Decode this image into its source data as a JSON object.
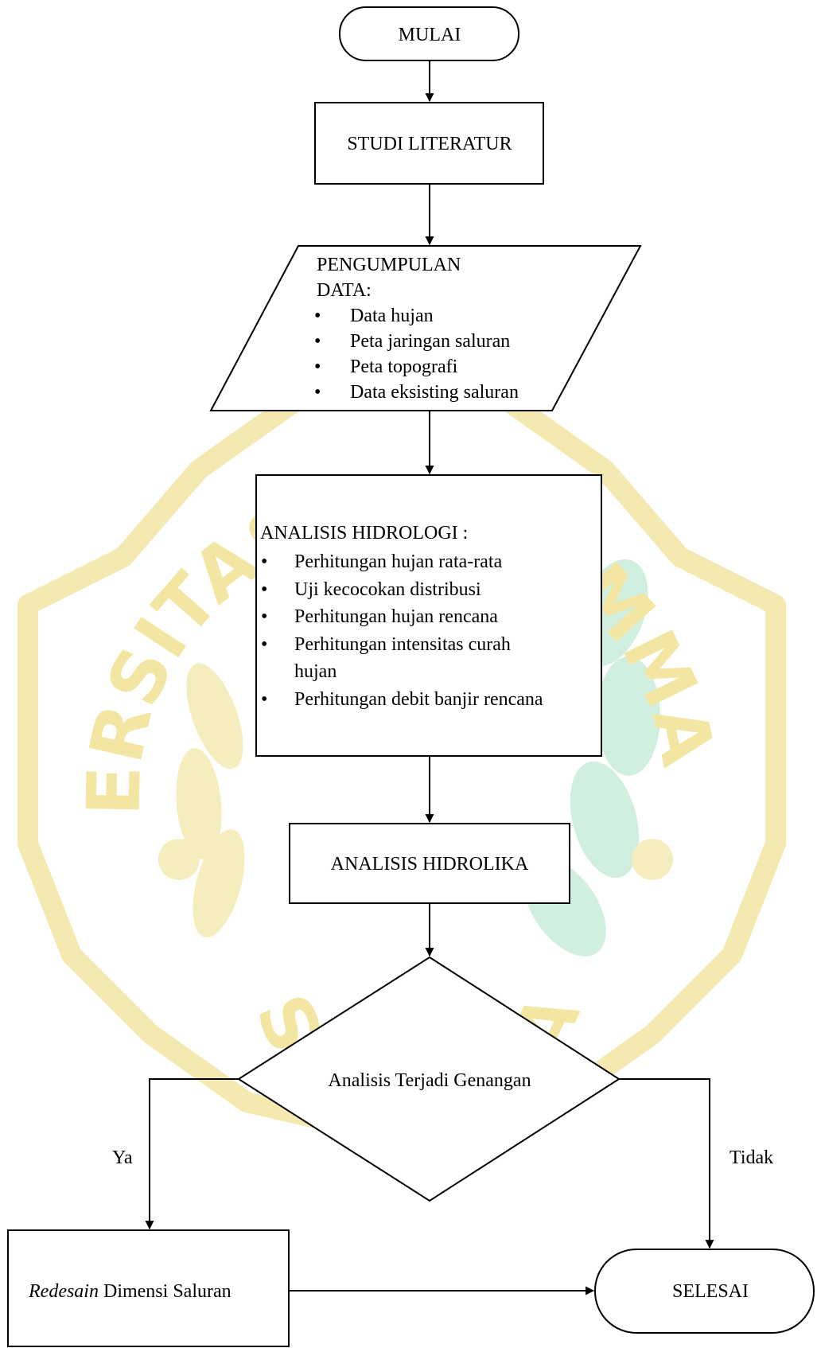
{
  "watermark": {
    "top_text": "UNIVERSITAS MUHAMMADIYAH",
    "bottom_text": "SURABAYA",
    "colors": {
      "gold": "#f5e7a0",
      "green": "#bfe6d0",
      "dark": "#e9dda0"
    }
  },
  "nodes": {
    "start": {
      "label": "MULAI"
    },
    "literature": {
      "label": "STUDI LITERATUR"
    },
    "data_collection": {
      "title_line1": "PENGUMPULAN",
      "title_line2": "DATA:",
      "items": [
        "Data hujan",
        "Peta jaringan saluran",
        "Peta topografi",
        "Data eksisting saluran"
      ]
    },
    "hydrology": {
      "title": "ANALISIS HIDROLOGI :",
      "items": [
        "Perhitungan hujan rata-rata",
        "Uji kecocokan distribusi",
        "Perhitungan hujan rencana",
        "Perhitungan intensitas curah",
        "hujan",
        "Perhitungan debit banjir rencana"
      ]
    },
    "hydraulics": {
      "label": "ANALISIS HIDROLIKA"
    },
    "decision": {
      "label": "Analisis Terjadi Genangan"
    },
    "redesign": {
      "label_italic": "Redesain",
      "label_rest": " Dimensi Saluran"
    },
    "end": {
      "label": "SELESAI"
    }
  },
  "edges": {
    "yes_label": "Ya",
    "no_label": "Tidak"
  },
  "bullet": "•"
}
